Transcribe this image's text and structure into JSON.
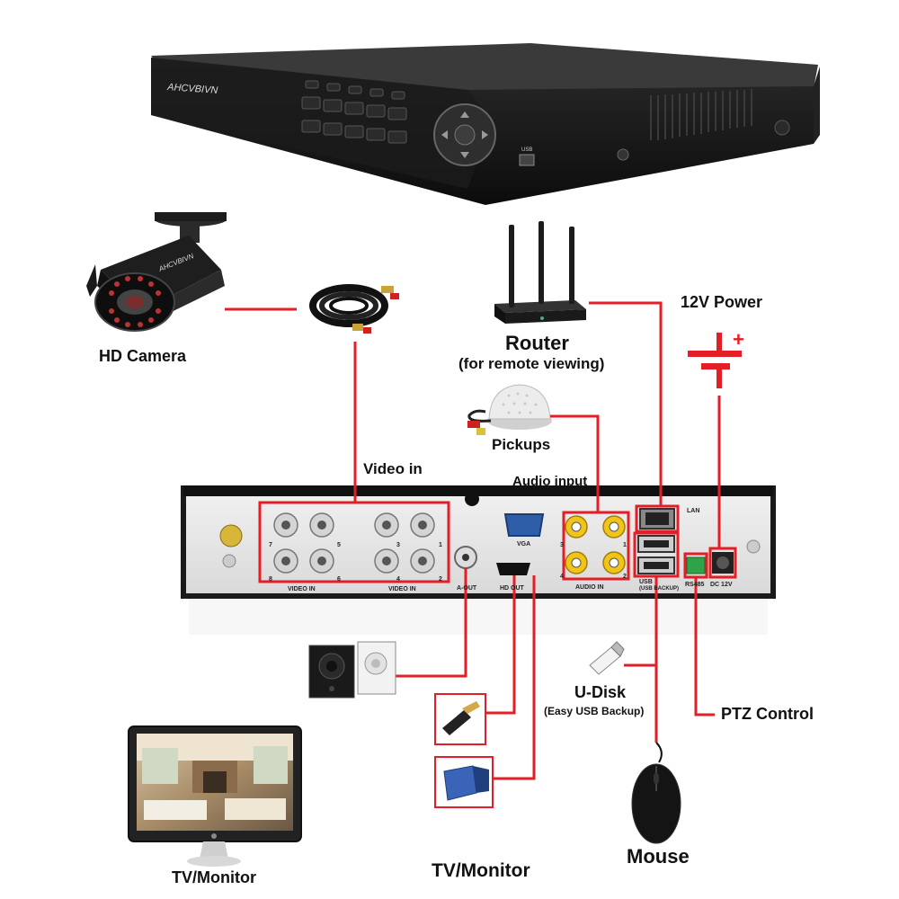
{
  "dvr": {
    "brand": "AHCVBIVN",
    "front_labels": {
      "usb": "USB"
    }
  },
  "camera": {
    "label": "HD Camera",
    "brand": "AHCVBIVN"
  },
  "router": {
    "label": "Router",
    "sublabel": "(for remote viewing)"
  },
  "power": {
    "label": "12V Power",
    "plus": "+"
  },
  "pickups": {
    "label": "Pickups"
  },
  "video_in": {
    "label": "Video in"
  },
  "audio_input": {
    "label": "Audio input"
  },
  "rear_panel": {
    "video_in_text": "VIDEO IN",
    "vga": "VGA",
    "a_out": "A-OUT",
    "hd_out": "HD OUT",
    "audio_in_text": "AUDIO IN",
    "lan": "LAN",
    "usb_text": "USB",
    "usb_backup": "(USB BACKUP)",
    "rs485": "RS485",
    "dc12v": "DC 12V",
    "bnc_numbers": [
      "7",
      "5",
      "8",
      "6",
      "3",
      "1",
      "4",
      "2"
    ],
    "rca_numbers": [
      "3",
      "1",
      "4",
      "2"
    ]
  },
  "udisk": {
    "label": "U-Disk",
    "sublabel": "(Easy USB Backup)"
  },
  "ptz": {
    "label": "PTZ Control"
  },
  "mouse": {
    "label": "Mouse"
  },
  "monitor_left": {
    "label": "TV/Monitor"
  },
  "monitor_center": {
    "label": "TV/Monitor"
  },
  "colors": {
    "line": "#e41e26",
    "device": "#1a1a1a",
    "panel": "#e6e6e6"
  }
}
